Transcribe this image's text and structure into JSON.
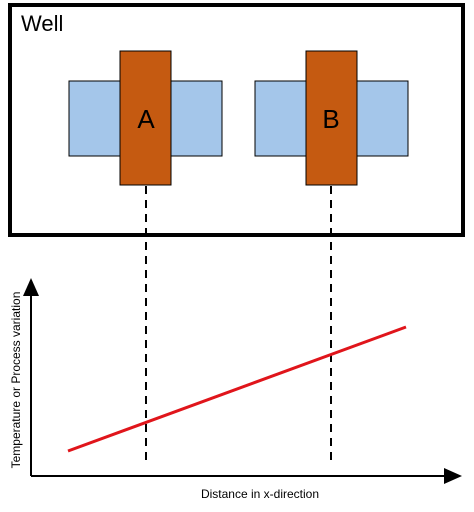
{
  "well": {
    "label": "Well"
  },
  "devices": [
    {
      "label": "A"
    },
    {
      "label": "B"
    }
  ],
  "graph": {
    "xlabel": "Distance in x-direction",
    "ylabel": "Temperature or Process  variation"
  },
  "colors": {
    "well_border": "#000000",
    "diffusion": "#a4c6ea",
    "gate": "#c55a11",
    "trend_line": "#e0151b",
    "axis": "#000000",
    "guide_line": "#000000"
  }
}
